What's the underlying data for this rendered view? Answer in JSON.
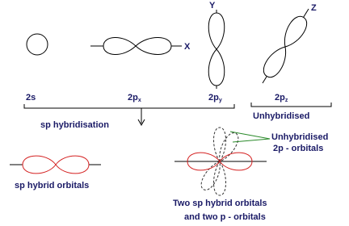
{
  "orbitals": {
    "s": {
      "label": "2s"
    },
    "px": {
      "label_main": "2p",
      "label_sub": "x",
      "axis": "X"
    },
    "py": {
      "label_main": "2p",
      "label_sub": "y",
      "axis": "Y"
    },
    "pz": {
      "label_main": "2p",
      "label_sub": "z",
      "axis": "Z"
    }
  },
  "unhybridised_label": "Unhybridised",
  "process_label": "sp hybridisation",
  "sp_hybrid_label": "sp hybrid orbitals",
  "combined_label_line1": "Two sp hybrid orbitals",
  "combined_label_line2": "and two p - orbitals",
  "callout_line1": "Unhybridised",
  "callout_line2": "2p - orbitals",
  "colors": {
    "text": "#1a1a66",
    "outline": "#000000",
    "hybrid": "#d42020",
    "callout": "#2a8a2a",
    "dashed": "#333333"
  }
}
